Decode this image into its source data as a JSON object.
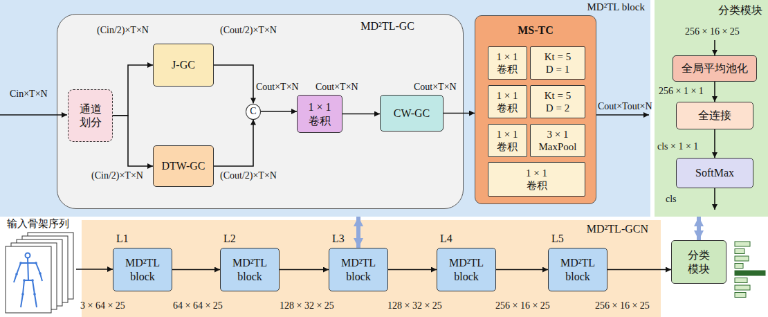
{
  "diagram": {
    "nodes": [
      {
        "text": [
          "MD²TL block"
        ]
      },
      {
        "text": [
          "MD²TL-GC"
        ],
        "in": 0
      },
      {
        "text": [
          "通道划分"
        ],
        "in": 1
      },
      {
        "text": [
          "J-GC"
        ],
        "in": 1
      },
      {
        "text": [
          "DTW-GC"
        ],
        "in": 1
      },
      {
        "text": [
          "C"
        ],
        "in": 1
      },
      {
        "text": [
          "1 × 1 卷积"
        ],
        "in": 1
      },
      {
        "text": [
          "CW-GC"
        ],
        "in": 1
      },
      {
        "text": [
          "MS-TC"
        ],
        "in": 0
      },
      {
        "text": [
          "1 × 1 卷积"
        ],
        "in": 8
      },
      {
        "text": [
          "Kt = 5",
          "D = 1"
        ],
        "in": 8
      },
      {
        "text": [
          "1 × 1 卷积"
        ],
        "in": 8
      },
      {
        "text": [
          "Kt = 5",
          "D = 2"
        ],
        "in": 8
      },
      {
        "text": [
          "1 × 1 卷积"
        ],
        "in": 8
      },
      {
        "text": [
          "3 × 1 MaxPool"
        ],
        "in": 8
      },
      {
        "text": [
          "1 × 1 卷积"
        ],
        "in": 8
      },
      {
        "text": [
          "分类模块"
        ]
      },
      {
        "text": [
          "全局平均池化"
        ],
        "in": 16
      },
      {
        "text": [
          "全连接"
        ],
        "in": 16
      },
      {
        "text": [
          "SoftMax"
        ],
        "in": 16
      },
      {
        "text": [
          "MD²TL-GCN"
        ]
      },
      {
        "text": [
          "L1",
          "MD²TL block"
        ],
        "in": 20
      },
      {
        "text": [
          "L2",
          "MD²TL block"
        ],
        "in": 20
      },
      {
        "text": [
          "L3",
          "MD²TL block"
        ],
        "in": 20
      },
      {
        "text": [
          "L4",
          "MD²TL block"
        ],
        "in": 20
      },
      {
        "text": [
          "L5",
          "MD²TL block"
        ],
        "in": 20
      },
      {
        "text": [
          "分类模块"
        ]
      }
    ],
    "edges": [
      {
        "from": 2,
        "to": 3,
        "arrow": "to"
      },
      {
        "from": 2,
        "to": 4,
        "arrow": "to"
      },
      {
        "from": 3,
        "to": 5,
        "arrow": "to"
      },
      {
        "from": 4,
        "to": 5,
        "arrow": "to"
      },
      {
        "from": 5,
        "to": 6,
        "arrow": "to"
      },
      {
        "from": 6,
        "to": 7,
        "arrow": "to"
      },
      {
        "from": 7,
        "to": 8,
        "arrow": "to"
      },
      {
        "from": 21,
        "to": 22,
        "arrow": "to"
      },
      {
        "from": 22,
        "to": 23,
        "arrow": "to"
      },
      {
        "from": 23,
        "to": 24,
        "arrow": "to"
      },
      {
        "from": 24,
        "to": 25,
        "arrow": "to"
      },
      {
        "from": 25,
        "to": 26,
        "arrow": "to"
      },
      {
        "from": 17,
        "to": 18,
        "arrow": "to"
      },
      {
        "from": 18,
        "to": 19,
        "arrow": "to"
      },
      {
        "from": 23,
        "to": 0,
        "arrow": "both"
      },
      {
        "from": 26,
        "to": 16,
        "arrow": "both"
      }
    ],
    "labels": [
      "Cin×T×N",
      "(Cin/2)×T×N",
      "(Cout/2)×T×N",
      "Cout×T×N",
      "Cout×T×N",
      "Cout×T×N",
      "(Cin/2)×T×N",
      "(Cout/2)×T×N",
      "Cout×Tout×N",
      "256 × 16 × 25",
      "256 × 1 × 1",
      "cls × 1 × 1",
      "cls",
      "输入骨架序列",
      "3 × 64 × 25",
      "64 × 64 × 25",
      "128 × 32 × 25",
      "128 × 32 × 25",
      "256 × 16 × 25",
      "256 × 16 × 25"
    ]
  }
}
